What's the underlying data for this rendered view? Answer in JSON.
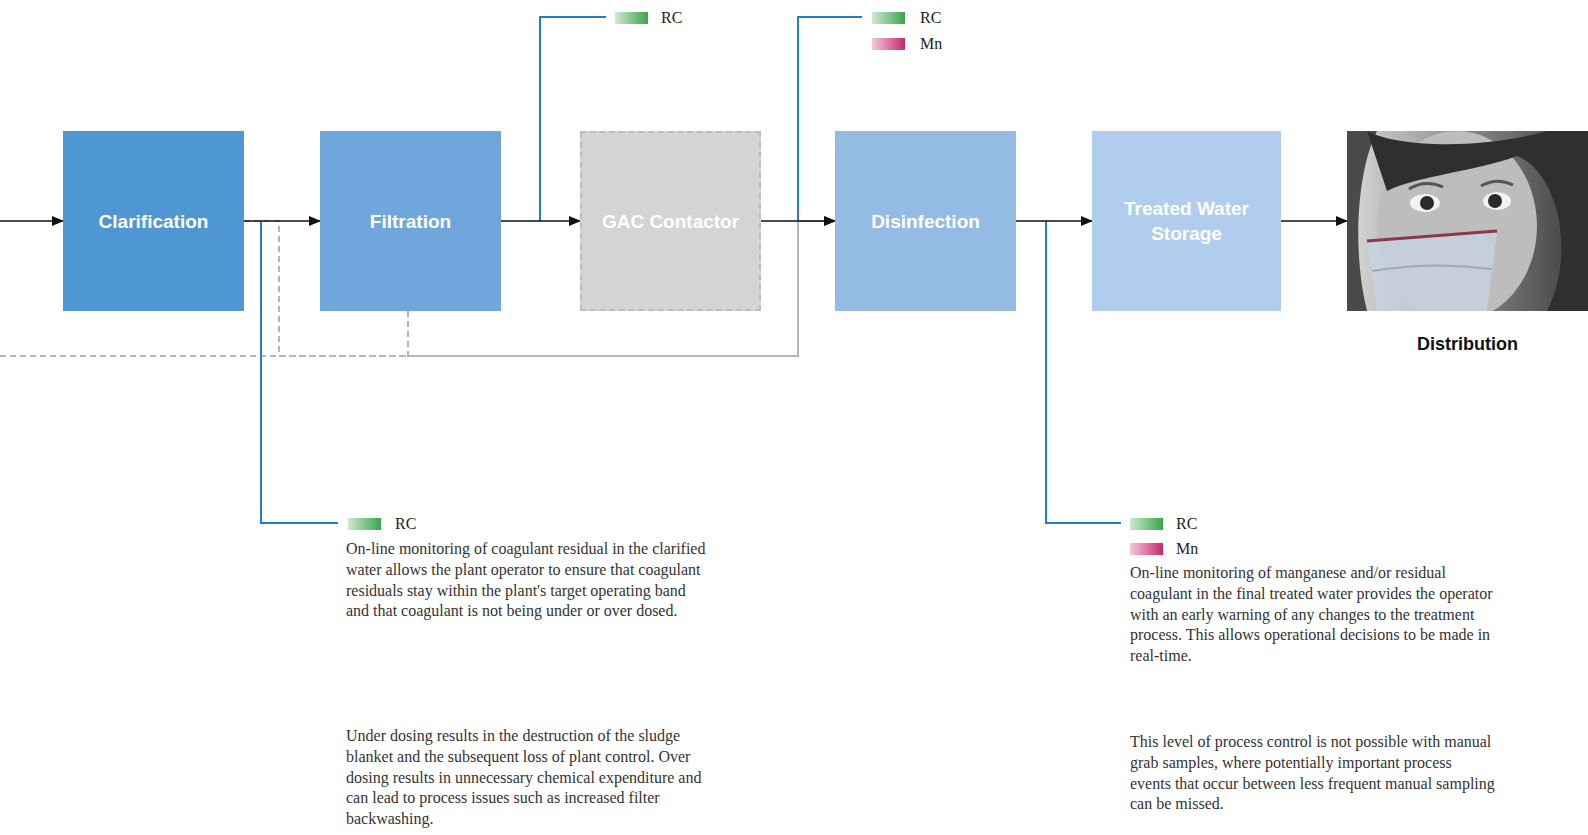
{
  "diagram": {
    "nodes": [
      {
        "text": [
          "Clarification"
        ]
      },
      {
        "text": [
          "Filtration"
        ]
      },
      {
        "text": [
          "GAC Contactor"
        ]
      },
      {
        "text": [
          "Disinfection"
        ]
      },
      {
        "text": [
          "Treated Water Storage"
        ]
      },
      {
        "text": [
          "Distribution"
        ]
      }
    ],
    "edges": [
      {
        "from": 0,
        "to": 1,
        "arrow": "to"
      },
      {
        "from": 1,
        "to": 2,
        "arrow": "to"
      },
      {
        "from": 2,
        "to": 3,
        "arrow": "to"
      },
      {
        "from": 3,
        "to": 4,
        "arrow": "to"
      },
      {
        "from": 4,
        "to": 5,
        "arrow": "to"
      },
      {
        "from": 0,
        "to": 3,
        "arrow": "to"
      },
      {
        "from": 1,
        "to": 3,
        "arrow": "to"
      }
    ],
    "labels": [
      "On-line monitoring of coagulant residual in the clarified water allows the plant operator to ensure that coagulant residuals stay within the plant's target operating band and that coagulant is not being under or over dosed.",
      "Under dosing results in the destruction of the sludge blanket and the subsequent loss of plant control. Over dosing results in unnecessary chemical expenditure and can lead to process issues such as increased filter backwashing.",
      "On-line monitoring of manganese and/or residual coagulant in the final treated water provides the operator with an early warning of any changes to the treatment process. This allows operational decisions to be made in real-time.",
      "This level of process control is not possible with manual grab samples, where potentially important process events that occur between less frequent manual sampling can be missed."
    ],
    "legend": [
      {
        "text": "RC",
        "color": "#3aa64a"
      },
      {
        "text": "RC",
        "color": "#3aa64a"
      },
      {
        "text": "Mn",
        "color": "#c8286f"
      },
      {
        "text": "RC",
        "color": "#3aa64a"
      },
      {
        "text": "RC",
        "color": "#3aa64a"
      },
      {
        "text": "Mn",
        "color": "#c8286f"
      }
    ]
  }
}
